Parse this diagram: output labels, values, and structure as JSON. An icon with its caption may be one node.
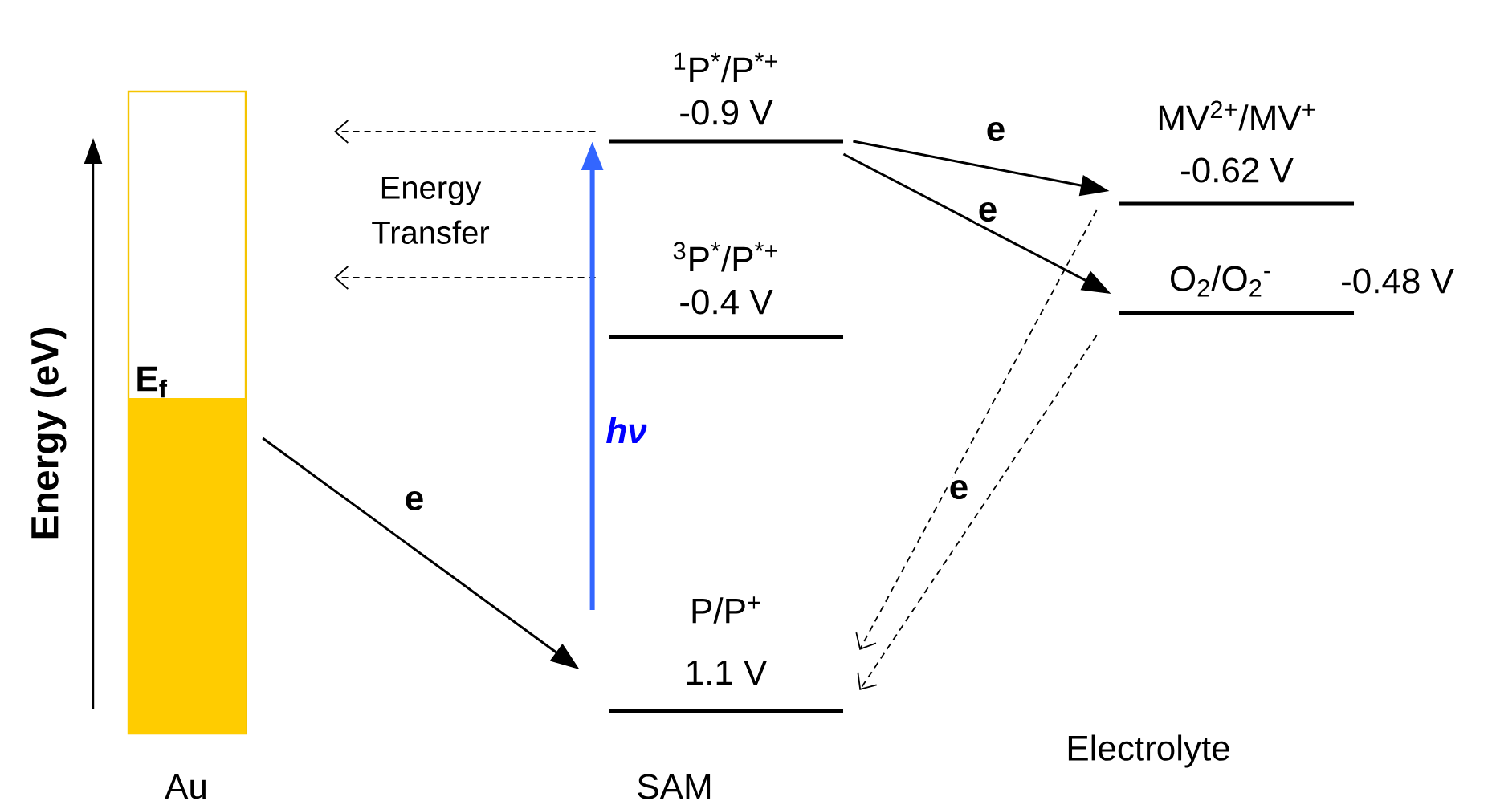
{
  "diagram": {
    "nodes": [
      {
        "text": [
          "E$_{f}$"
        ],
        "beside": [
          "Au"
        ]
      },
      {
        "text": [
          "$^{1}$P$^{*}$/P$^{*+}$",
          "-0.9 V"
        ]
      },
      {
        "text": [
          "$^{3}$P$^{*}$/P$^{*+}$",
          "-0.4 V"
        ]
      },
      {
        "text": [
          "P/P$^{+}$",
          "1.1 V"
        ]
      },
      {
        "text": [
          "MV$^{2+}$/MV$^{+}$",
          "-0.62 V"
        ]
      },
      {
        "text": [
          "O$_{2}$/O$_{2}$$^{-}$",
          "-0.48 V"
        ]
      }
    ],
    "edges": [
      {
        "from": 1,
        "to": null,
        "arrow": "to",
        "style": "dashed"
      },
      {
        "from": 2,
        "to": null,
        "arrow": "to",
        "style": "dashed"
      },
      {
        "from": 3,
        "to": 1,
        "arrow": "to",
        "label": "hν",
        "style": "thick",
        "color": "#3366ff"
      },
      {
        "from": 0,
        "to": 3,
        "arrow": "to",
        "label": "e"
      },
      {
        "from": 1,
        "to": 4,
        "arrow": "to",
        "label": "e"
      },
      {
        "from": 1,
        "to": 5,
        "arrow": "to",
        "label": "e"
      },
      {
        "from": 4,
        "to": 3,
        "arrow": "to",
        "style": "dashed",
        "label": "e"
      },
      {
        "from": 5,
        "to": 3,
        "arrow": "to",
        "style": "dashed"
      }
    ],
    "labels": [
      "Energy Transfer",
      "Energy (eV)",
      "SAM",
      "Electrolyte"
    ]
  }
}
